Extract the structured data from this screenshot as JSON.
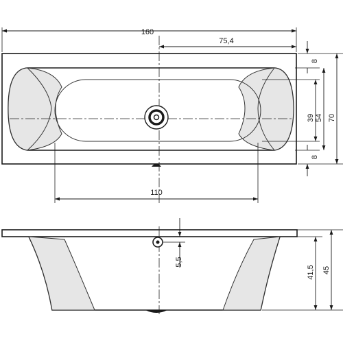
{
  "drawing": {
    "dimensions": {
      "overall_length": "160",
      "center_offset": "75,4",
      "rim_top": "8",
      "basin_width": "39",
      "inner_width": "54",
      "overall_width": "70",
      "rim_bottom": "8",
      "basin_length": "110",
      "drain_depth": "5,5",
      "inner_depth": "41,5",
      "overall_height": "45"
    }
  }
}
